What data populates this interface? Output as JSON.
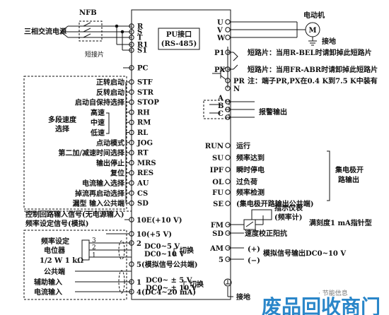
{
  "power": {
    "label": "三相交流电源",
    "nfb": "NFB",
    "shorting": "短接片"
  },
  "pu": {
    "title": "PU接口",
    "sub": "(RS-485)"
  },
  "motor": {
    "label": "电动机",
    "symbol": "M",
    "ground": "接地"
  },
  "top_terminals": [
    "R",
    "S",
    "T",
    "R1",
    "S1",
    "PC"
  ],
  "out_terminals": [
    "U",
    "V",
    "W"
  ],
  "p_terminals": [
    {
      "t": "P1",
      "note": "短路片：当用R-BEL时请卸掉此短路片"
    },
    {
      "t": "PX",
      "note": "短路片：当用FR-ABR时请卸掉此短路片"
    },
    {
      "t": "PR",
      "note": "注：端子PR,PX在0.4 K到7.5 K中装有"
    },
    {
      "t": "N",
      "note": ""
    }
  ],
  "inputs": [
    {
      "label": "正转启动",
      "t": "STF"
    },
    {
      "label": "反转启动",
      "t": "STR"
    },
    {
      "label": "启动自保持选择",
      "t": "STOP"
    },
    {
      "label": "高速",
      "t": "RH"
    },
    {
      "label": "中速",
      "t": "RM"
    },
    {
      "label": "低速",
      "t": "RL"
    },
    {
      "label": "点动模式",
      "t": "JOG"
    },
    {
      "label": "第二加/减速时间选择",
      "t": "RT"
    },
    {
      "label": "输出停止",
      "t": "MRS"
    },
    {
      "label": "复位",
      "t": "RES"
    },
    {
      "label": "电流输入选择",
      "t": "AU"
    },
    {
      "label": "掉流再启动选择",
      "t": "CS"
    },
    {
      "label": "漏型  输入公共端",
      "t": "SD"
    }
  ],
  "multispeed": {
    "line1": "多段速度",
    "line2": "选择"
  },
  "alarm": {
    "terminals": [
      "A",
      "B",
      "C"
    ],
    "label": "报警输出"
  },
  "oc_outputs": [
    {
      "t": "RUN",
      "label": "运行"
    },
    {
      "t": "SU",
      "label": "频率达到"
    },
    {
      "t": "IPF",
      "label": "瞬时停电"
    },
    {
      "t": "OL",
      "label": "过负荷"
    },
    {
      "t": "FU",
      "label": "频率检测"
    },
    {
      "t": "SE",
      "label": "(集电极开路输出公共端)"
    }
  ],
  "oc_group": {
    "line1": "集电极开",
    "line2": "路输出"
  },
  "meter": {
    "t1": "FM",
    "t2": "SD",
    "l1": "指示仪表",
    "l2": "(频率计)",
    "l3": "满刻度1 mA指针型",
    "l4": "速度校正阳抗"
  },
  "analog_out": {
    "t1": "AM",
    "t2": "5",
    "plus": "(+)",
    "minus": "(−)",
    "label": "模拟信号输出DC0~10 V"
  },
  "ctrl": {
    "line1": "控制回路输入信号(无电源输入)",
    "line2": "频率设定信号(模拟)"
  },
  "freq_terms": [
    {
      "t": "10E(+10 V)"
    },
    {
      "t": "10(+5 V)"
    },
    {
      "t": "2"
    },
    {
      "t": "5(模拟信号公共端)"
    },
    {
      "t": "1"
    },
    {
      "t": "4(DC4~20 mA)"
    }
  ],
  "pot": {
    "l1": "频率设定",
    "l2": "电位器",
    "l3": "1/2 W 1 kΩ",
    "pins": [
      "3",
      "2",
      "1"
    ]
  },
  "switch1": {
    "l1": "DC0~5 V",
    "l2": "DC0~10 V",
    "sw": "切换"
  },
  "switch2": {
    "l1": "DC0~ ± 5 V",
    "l2": "DC0~ ± 10 V",
    "sw": "切换"
  },
  "aux_inputs": [
    "公共端",
    "辅助输入",
    "电流输入"
  ],
  "ground2": "接地",
  "watermark": {
    "main": "废品回收商门",
    "small": "· 节能信息"
  }
}
